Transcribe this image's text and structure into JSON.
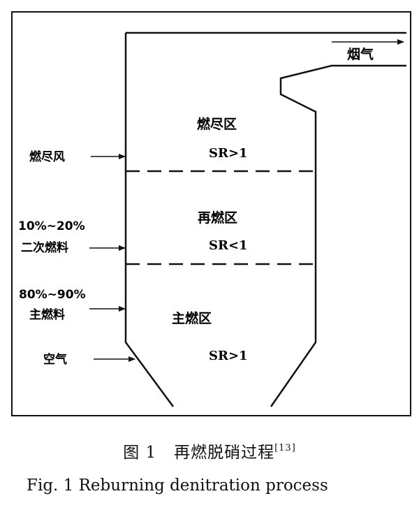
{
  "diagram": {
    "flue_gas": "烟气",
    "zones": [
      {
        "name": "燃尽区",
        "sr": "SR>1"
      },
      {
        "name": "再燃区",
        "sr": "SR<1"
      },
      {
        "name": "主燃区",
        "sr": "SR>1"
      }
    ],
    "inputs": {
      "burnout_air": "燃尽风",
      "reburn_fuel_pct": "10%~20%",
      "reburn_fuel": "二次燃料",
      "main_fuel_pct": "80%~90%",
      "main_fuel": "主燃料",
      "air": "空气"
    }
  },
  "caption": {
    "cn_prefix": "图 1",
    "cn_title": "再燃脱硝过程",
    "cn_ref": "[13]",
    "en": "Fig. 1 Reburning denitration process"
  }
}
